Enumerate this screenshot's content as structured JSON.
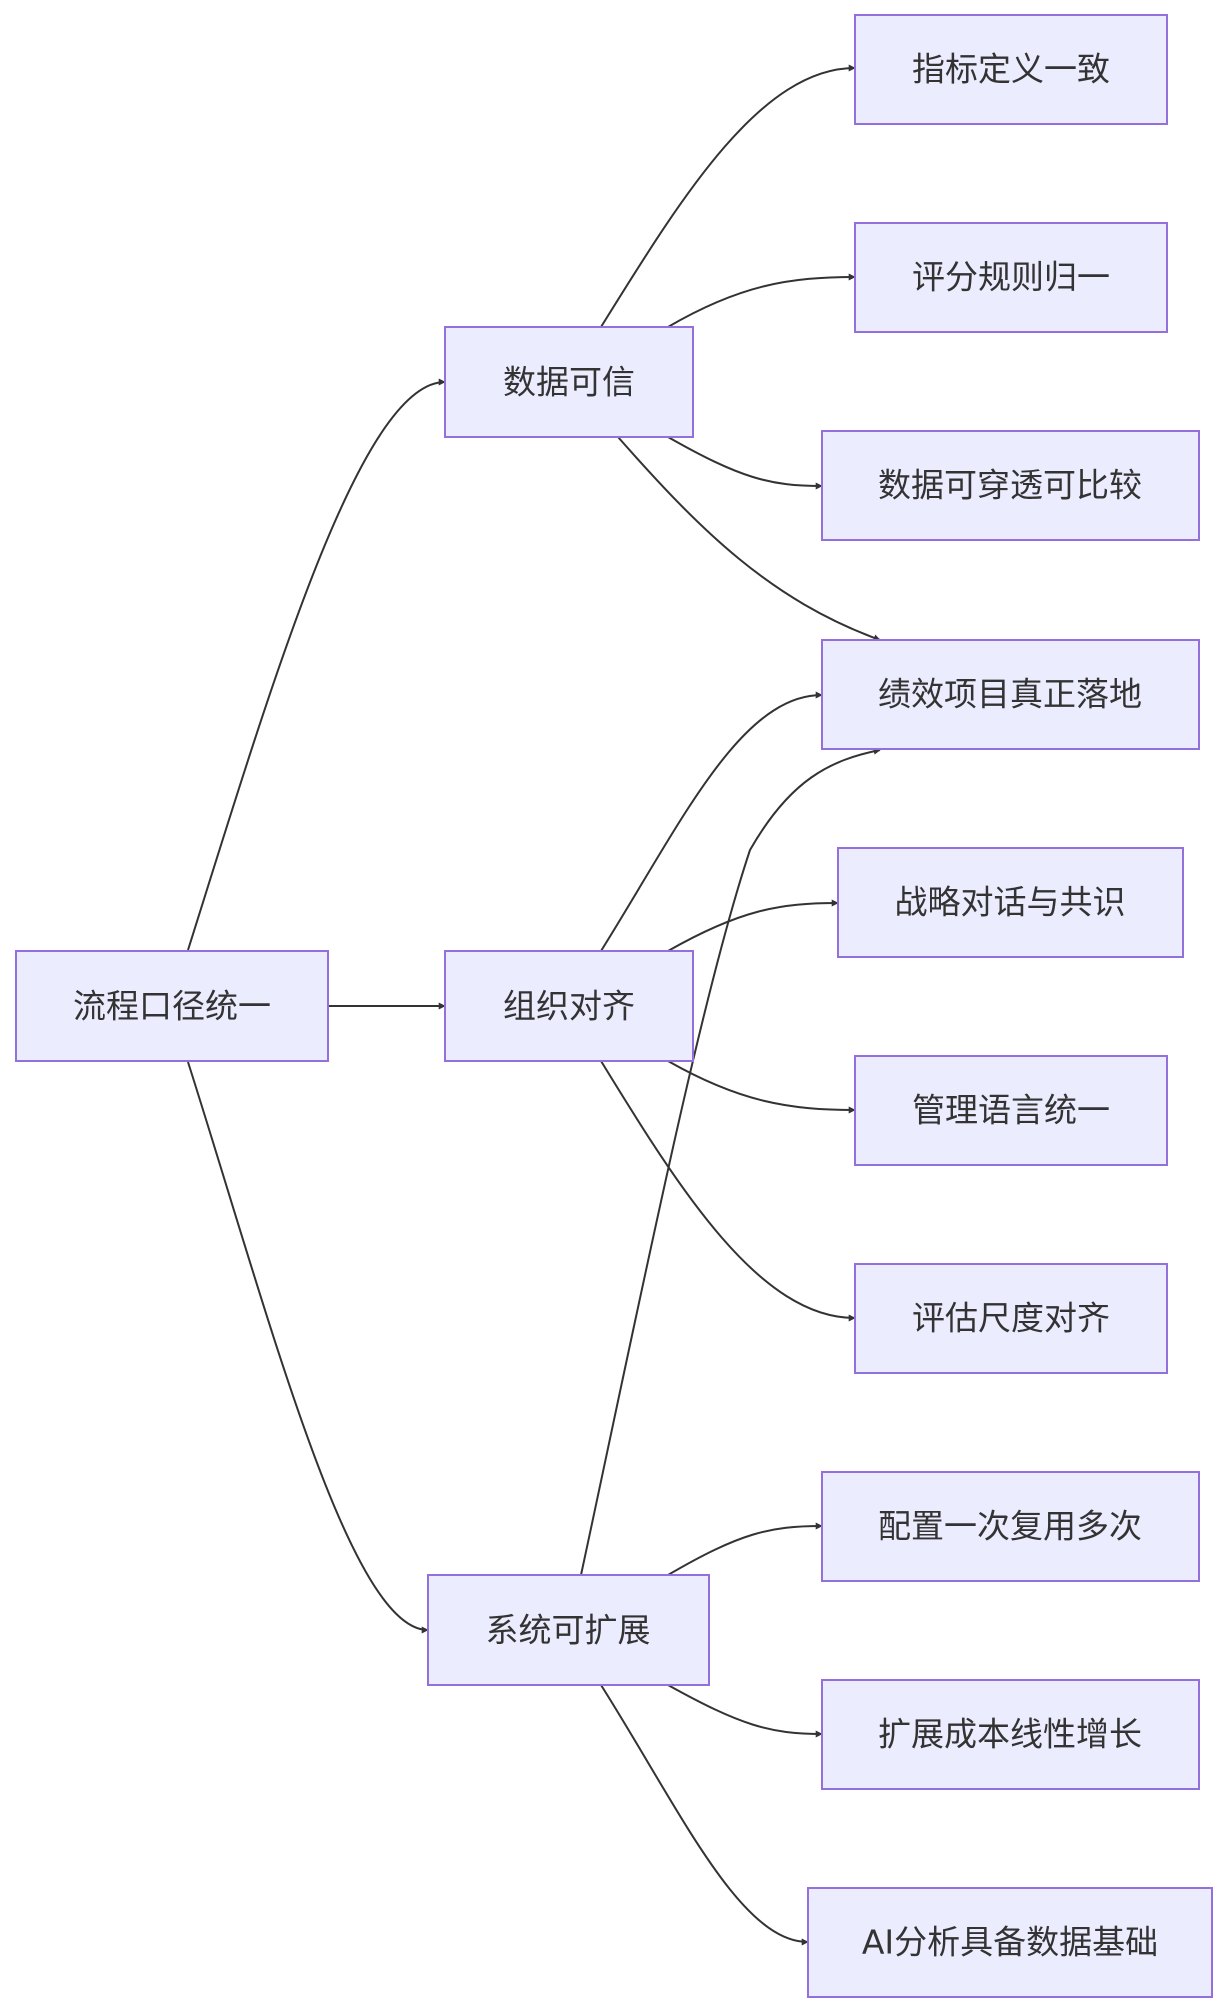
{
  "diagram": {
    "type": "flowchart",
    "direction": "left-to-right",
    "colors": {
      "node_fill": "#ECECFF",
      "node_border": "#9370DB",
      "edge": "#333333",
      "text": "#333333",
      "background": "#FFFFFF"
    },
    "nodes": [
      {
        "id": "root",
        "label": "流程口径统一"
      },
      {
        "id": "trust",
        "label": "数据可信"
      },
      {
        "id": "align",
        "label": "组织对齐"
      },
      {
        "id": "scale",
        "label": "系统可扩展"
      },
      {
        "id": "t1",
        "label": "指标定义一致"
      },
      {
        "id": "t2",
        "label": "评分规则归一"
      },
      {
        "id": "t3",
        "label": "数据可穿透可比较"
      },
      {
        "id": "land",
        "label": "绩效项目真正落地"
      },
      {
        "id": "a1",
        "label": "战略对话与共识"
      },
      {
        "id": "a2",
        "label": "管理语言统一"
      },
      {
        "id": "a3",
        "label": "评估尺度对齐"
      },
      {
        "id": "s1",
        "label": "配置一次复用多次"
      },
      {
        "id": "s2",
        "label": "扩展成本线性增长"
      },
      {
        "id": "s3",
        "label": "AI分析具备数据基础"
      }
    ],
    "edges": [
      {
        "from": "root",
        "to": "trust"
      },
      {
        "from": "root",
        "to": "align"
      },
      {
        "from": "root",
        "to": "scale"
      },
      {
        "from": "trust",
        "to": "t1"
      },
      {
        "from": "trust",
        "to": "t2"
      },
      {
        "from": "trust",
        "to": "t3"
      },
      {
        "from": "trust",
        "to": "land"
      },
      {
        "from": "align",
        "to": "land"
      },
      {
        "from": "align",
        "to": "a1"
      },
      {
        "from": "align",
        "to": "a2"
      },
      {
        "from": "align",
        "to": "a3"
      },
      {
        "from": "scale",
        "to": "land"
      },
      {
        "from": "scale",
        "to": "s1"
      },
      {
        "from": "scale",
        "to": "s2"
      },
      {
        "from": "scale",
        "to": "s3"
      }
    ]
  }
}
